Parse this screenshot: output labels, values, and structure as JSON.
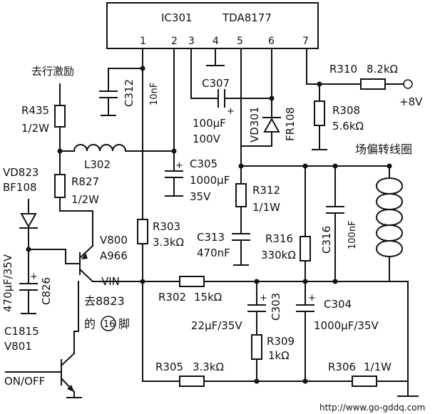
{
  "ic": {
    "name": "IC301",
    "part": "TDA8177",
    "pins": [
      "1",
      "2",
      "3",
      "4",
      "5",
      "6",
      "7"
    ]
  },
  "labels": {
    "drive_in": "去行激励",
    "yoke": "场偏转线圈",
    "vin": "VIN",
    "goto_line1": "去8823",
    "goto_line2a": "的",
    "goto_pin": "16",
    "goto_line2b": "脚",
    "onoff": "ON/OFF",
    "supply": "+8V",
    "url": "http://www.go-gddq.com"
  },
  "components": {
    "R435": {
      "ref": "R435",
      "value": "1/2W"
    },
    "VD823": {
      "ref": "VD823",
      "value": "BF108"
    },
    "R827": {
      "ref": "R827",
      "value": "1/2W"
    },
    "C826": {
      "ref": "C826",
      "value": "470μF/35V"
    },
    "V800": {
      "ref": "V800",
      "value": "A966"
    },
    "V801": {
      "ref": "C1815",
      "value": "V801"
    },
    "L302": {
      "ref": "L302"
    },
    "C312": {
      "ref": "C312",
      "value": "10nF"
    },
    "C307": {
      "ref": "C307",
      "value1": "100μF",
      "value2": "100V"
    },
    "VD301": {
      "ref": "VD301",
      "value": "FR108"
    },
    "R310": {
      "ref": "R310",
      "value": "8.2kΩ"
    },
    "R308": {
      "ref": "R308",
      "value": "5.6kΩ"
    },
    "C305": {
      "ref": "C305",
      "value1": "1000μF",
      "value2": "35V"
    },
    "R303": {
      "ref": "R303",
      "value": "3.3kΩ"
    },
    "R312": {
      "ref": "R312",
      "value": "1/1W"
    },
    "C313": {
      "ref": "C313",
      "value": "470nF"
    },
    "R316": {
      "ref": "R316",
      "value": "330kΩ"
    },
    "C316": {
      "ref": "C316",
      "value": "100nF"
    },
    "R302": {
      "ref": "R302",
      "value": "15kΩ"
    },
    "C303": {
      "ref": "C303",
      "value": "22μF/35V"
    },
    "C304": {
      "ref": "C304",
      "value": "1000μF/35V"
    },
    "R309": {
      "ref": "R309",
      "value": "1kΩ"
    },
    "R305": {
      "ref": "R305",
      "value": "3.3kΩ"
    },
    "R306": {
      "ref": "R306",
      "value": "1/1W"
    }
  }
}
